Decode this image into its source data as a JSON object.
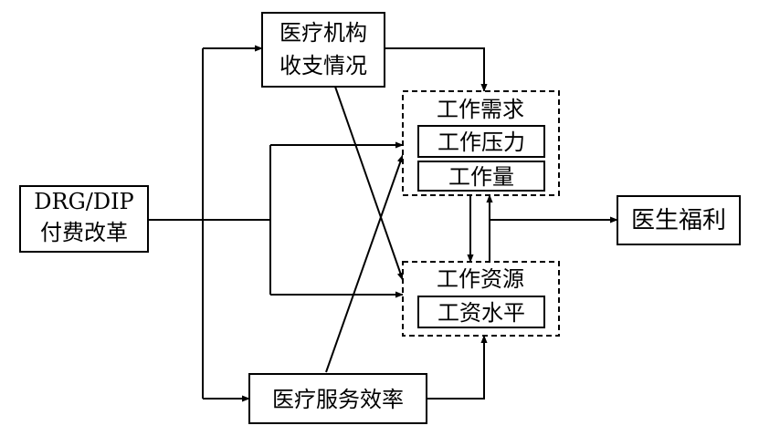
{
  "nodes": {
    "reform": [
      "DRG/DIP",
      "付费改革"
    ],
    "finance": [
      "医疗机构",
      "收支情况"
    ],
    "efficiency": "医疗服务效率",
    "demand": {
      "title": "工作需求",
      "items": [
        "工作压力",
        "工作量"
      ]
    },
    "resources": {
      "title": "工作资源",
      "items": [
        "工资水平"
      ]
    },
    "welfare": "医生福利"
  }
}
